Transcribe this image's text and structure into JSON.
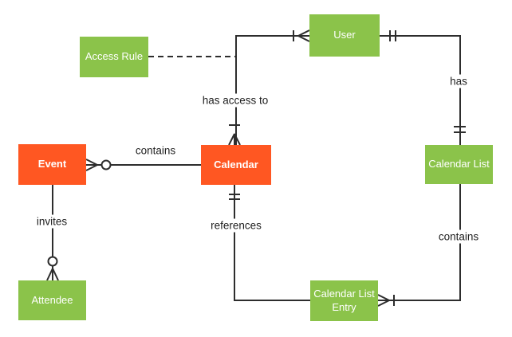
{
  "colors": {
    "entity_green": "#8BC34A",
    "entity_orange": "#FF5722",
    "line": "#2D2D2D",
    "label_text": "#1E1E1E",
    "entity_text": "#FFFFFF",
    "background": "#FFFFFF"
  },
  "entities": [
    {
      "id": "access-rule",
      "label": "Access Rule",
      "color": "entity_green"
    },
    {
      "id": "user",
      "label": "User",
      "color": "entity_green"
    },
    {
      "id": "event",
      "label": "Event",
      "color": "entity_orange"
    },
    {
      "id": "calendar",
      "label": "Calendar",
      "color": "entity_orange"
    },
    {
      "id": "calendar-list",
      "label": "Calendar List",
      "color": "entity_green"
    },
    {
      "id": "attendee",
      "label": "Attendee",
      "color": "entity_green"
    },
    {
      "id": "calendar-list-entry",
      "label": "Calendar List Entry",
      "color": "entity_green"
    }
  ],
  "relationships": [
    {
      "label": "has access to",
      "from": "Calendar",
      "to": "User",
      "from_cardinality": "one-or-many",
      "to_cardinality": "one-or-many",
      "style": "solid"
    },
    {
      "label": "has",
      "from": "User",
      "to": "Calendar List",
      "from_cardinality": "exactly-one",
      "to_cardinality": "exactly-one",
      "style": "solid"
    },
    {
      "label": "contains",
      "from": "Event",
      "to": "Calendar",
      "from_cardinality": "zero-or-many",
      "to_cardinality": "unspecified",
      "style": "solid"
    },
    {
      "label": "invites",
      "from": "Event",
      "to": "Attendee",
      "from_cardinality": "unspecified",
      "to_cardinality": "zero-or-many",
      "style": "solid"
    },
    {
      "label": "references",
      "from": "Calendar",
      "to": "Calendar List Entry",
      "from_cardinality": "exactly-one",
      "to_cardinality": "unspecified",
      "style": "solid"
    },
    {
      "label": "contains",
      "from": "Calendar List",
      "to": "Calendar List Entry",
      "from_cardinality": "unspecified",
      "to_cardinality": "one-or-many",
      "style": "solid"
    },
    {
      "label": "",
      "from": "Access Rule",
      "to": "Calendar-User relationship line",
      "from_cardinality": "unspecified",
      "to_cardinality": "unspecified",
      "style": "dashed"
    }
  ]
}
